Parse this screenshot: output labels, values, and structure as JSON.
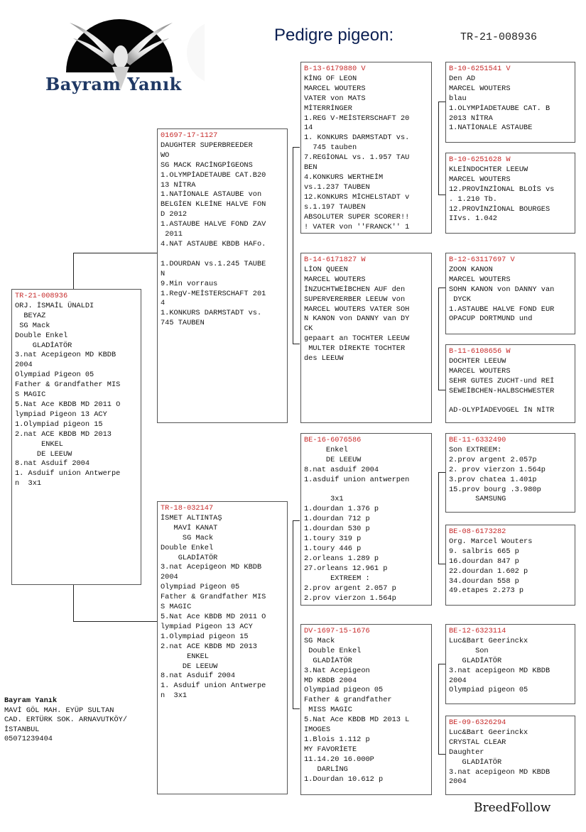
{
  "header": {
    "owner_name": "Bayram Yanık",
    "title": "Pedigre pigeon",
    "title_suffix": ":",
    "ring": "TR-21-008936"
  },
  "pigeons": {
    "subject": {
      "ring": "TR-21-008936",
      "text": "ORJ. İSMAİL ÜNALDI\n  BEYAZ\n SG Mack\nDouble Enkel\n    GLADİATÖR\n3.nat Acepigeon MD KBDB\n2004\nOlympiad Pigeon 05\nFather & Grandfather MIS\nS MAGIC\n5.Nat Ace KBDB MD 2011 O\nlympiad Pigeon 13 ACY\n1.Olympiad pigeon 15\n2.nat ACE KBDB MD 2013\n      ENKEL\n     DE LEEUW\n8.nat Asduif 2004\n1. Asduif union Antwerpe\nn  3x1"
    },
    "sire": {
      "ring": "01697-17-1127",
      "text": "DAUGHTER SUPERBREEDER\nWO\nSG MACK RACİNGPİGEONS\n1.OLYMPİADETAUBE CAT.B20\n13 NİTRA\n1.NATİONALE ASTAUBE von\nBELGİEN KLEİNE HALVE FON\nD 2012\n1.ASTAUBE HALVE FOND ZAV\n 2011\n4.NAT ASTAUBE KBDB HAFo.\n\n1.DOURDAN vs.1.245 TAUBE\nN\n9.Min vorraus\n1.RegV-MEİSTERSCHAFT 201\n4\n1.KONKURS DARMSTADT vs.\n745 TAUBEN"
    },
    "dam": {
      "ring": "TR-18-032147",
      "text": "İSMET ALTINTAŞ\n   MAVİ KANAT\n     SG Mack\nDouble Enkel\n    GLADİATÖR\n3.nat Acepigeon MD KBDB\n2004\nOlympiad Pigeon 05\nFather & Grandfather MIS\nS MAGIC\n5.Nat Ace KBDB MD 2011 O\nlympiad Pigeon 13 ACY\n1.Olympiad pigeon 15\n2.nat ACE KBDB MD 2013\n      ENKEL\n     DE LEEUW\n8.nat Asduif 2004\n1. Asduif union Antwerpe\nn  3x1"
    },
    "ss": {
      "ring": "B-13-6179880 V",
      "text": "KİNG OF LEON\nMARCEL WOUTERS\nVATER von MATS\nMİTERRİNGER\n1.REG V-MEİSTERSCHAFT 20\n14\n1. KONKURS DARMSTADT vs.\n  745 tauben\n7.REGİONAL vs. 1.957 TAU\nBEN\n4.KONKURS WERTHEİM\nvs.1.237 TAUBEN\n12.KONKURS MİCHELSTADT v\ns.1.197 TAUBEN\nABSOLUTER SUPER SCORER!!\n! VATER von ''FRANCK'' 1"
    },
    "sd": {
      "ring": "B-14-6171827 W",
      "text": "LİON QUEEN\nMARCEL WOUTERS\nİNZUCHTWEİBCHEN AUF den\nSUPERVERERBER LEEUW von\nMARCEL WOUTERS VATER SOH\nN KANON von DANNY van DY\nCK\ngepaart an TOCHTER LEEUW\n MULTER DİREKTE TOCHTER\ndes LEEUW"
    },
    "ds": {
      "ring": "BE-16-6076586",
      "text": "     Enkel\n     DE LEEUW\n8.nat asduif 2004\n1.asduif union antwerpen\n\n      3x1\n1.dourdan 1.376 p\n1.dourdan 712 p\n1.dourdan 530 p\n1.toury 319 p\n1.toury 446 p\n2.orleans 1.289 p\n27.orleans 12.961 p\n      EXTREEM :\n2.prov argent 2.057 p\n2.prov vierzon 1.564p"
    },
    "dd": {
      "ring": "DV-1697-15-1676",
      "text": "SG Mack\n Double Enkel\n  GLADİATÖR\n3.Nat Acepigeon\nMD KBDB 2004\nOlympiad pigeon 05\nFather & grandfather\n MISS MAGIC\n5.Nat Ace KBDB MD 2013 L\nIMOGES\n1.Blois 1.112 p\nMY FAVORİETE\n11.14.20 16.000P\n   DARLİNG\n1.Dourdan 10.612 p"
    },
    "sss": {
      "ring": "B-10-6251541 V",
      "text": "Den AD\nMARCEL WOUTERS\nblau\n1.OLYMPİADETAUBE CAT. B\n2013 NİTRA\n1.NATİONALE ASTAUBE"
    },
    "ssd": {
      "ring": "B-10-6251628 W",
      "text": "KLEİNDOCHTER LEEUW\nMARCEL WOUTERS\n12.PROVİNZİONAL BLOİS vs\n. 1.210 Tb.\n12.PROVİNZİONAL BOURGES\nIIvs. 1.042"
    },
    "sds": {
      "ring": "B-12-63117697 V",
      "text": "ZOON KANON\nMARCEL WOUTERS\nSOHN KANON von DANNY van\n DYCK\n1.ASTAUBE HALVE FOND EUR\nOPACUP DORTMUND und"
    },
    "sdd": {
      "ring": "B-11-6108656 W",
      "text": "DOCHTER LEEUW\nMARCEL WOUTERS\nSEHR GUTES ZUCHT-und REİ\nSEWEİBCHEN-HALBSCHWESTER\n\nAD-OLYPİADEVOGEL İN NİTR"
    },
    "dss": {
      "ring": "BE-11-6332490",
      "text": "Son EXTREEM:\n2.prov argent 2.057p\n2. prov vierzon 1.564p\n3.prov chatea 1.401p\n15.prov bourg .3.980p\n      SAMSUNG"
    },
    "dsd": {
      "ring": "BE-08-6173282",
      "text": "Org. Marcel Wouters\n9. salbris 665 p\n16.dourdan 847 p\n22.dourdan 1.602 p\n34.dourdan 558 p\n49.etapes 2.273 p"
    },
    "dds": {
      "ring": "BE-12-6323114",
      "text": "Luc&Bart Geerinckx\n      Son\n   GLADİATÖR\n3.nat acepigeon MD KBDB\n2004\nOlympiad pigeon 05"
    },
    "ddd": {
      "ring": "BE-09-6326294",
      "text": "Luc&Bart Geerinckx\nCRYSTAL CLEAR\nDaughter\n   GLADİATÖR\n3.nat acepigeon MD KBDB\n2004"
    }
  },
  "footer": {
    "owner_name": "Bayram Yanık",
    "address": "MAVİ GÖL MAH. EYÜP SULTAN\nCAD. ERTÜRK SOK. ARNAVUTKÖY/\nİSTANBUL\n05071239404",
    "brand": "BreedFollow"
  },
  "logo_icon": "dove-icon",
  "colors": {
    "ring": "#c62828",
    "owner": "#1f3864",
    "title": "#0b1f52"
  }
}
